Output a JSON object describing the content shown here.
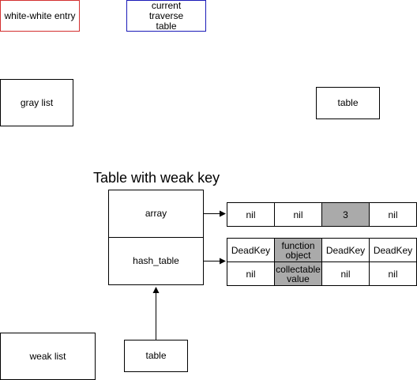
{
  "legend": {
    "white_white_entry": "white-white entry",
    "current_traverse_table": "current traverse table",
    "white_white_color": "#d32f2f",
    "current_traverse_color": "#1a1ab8"
  },
  "lists": {
    "gray_list": "gray list",
    "weak_list": "weak list"
  },
  "nodes": {
    "table_top": "table",
    "table_bottom": "table"
  },
  "main": {
    "title": "Table with weak key",
    "array_label": "array",
    "hash_table_label": "hash_table"
  },
  "array_cells": [
    "nil",
    "nil",
    "3",
    "nil"
  ],
  "hash_keys": [
    "DeadKey",
    "function object",
    "DeadKey",
    "DeadKey"
  ],
  "hash_values": [
    "nil",
    "collectable value",
    "nil",
    "nil"
  ],
  "colors": {
    "highlight_fill": "#aaaaaa",
    "stroke": "#000000"
  }
}
